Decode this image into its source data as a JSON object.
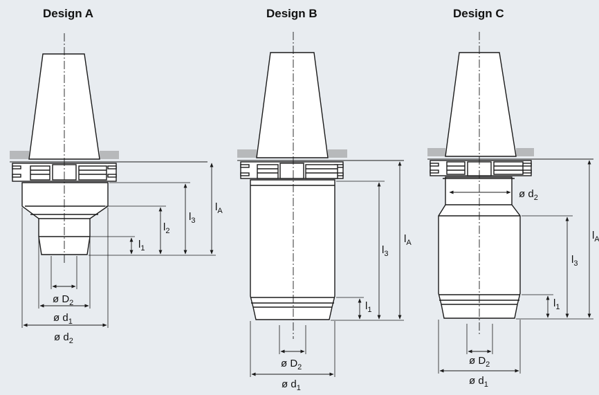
{
  "designs": {
    "a": {
      "title": "Design A",
      "labels": {
        "lA": "l",
        "lA_sub": "A",
        "l3": "l",
        "l3_sub": "3",
        "l2": "l",
        "l2_sub": "2",
        "l1": "l",
        "l1_sub": "1",
        "D2": "ø D",
        "D2_sub": "2",
        "d1": "ø d",
        "d1_sub": "1",
        "d2": "ø d",
        "d2_sub": "2"
      }
    },
    "b": {
      "title": "Design B",
      "labels": {
        "lA": "l",
        "lA_sub": "A",
        "l3": "l",
        "l3_sub": "3",
        "l1": "l",
        "l1_sub": "1",
        "D2": "ø D",
        "D2_sub": "2",
        "d1": "ø d",
        "d1_sub": "1"
      }
    },
    "c": {
      "title": "Design C",
      "labels": {
        "lA": "l",
        "lA_sub": "A",
        "l3": "l",
        "l3_sub": "3",
        "l1": "l",
        "l1_sub": "1",
        "d2": "ø d",
        "d2_sub": "2",
        "D2": "ø D",
        "D2_sub": "2",
        "d1": "ø d",
        "d1_sub": "1"
      }
    }
  },
  "colors": {
    "background": "#e8ecf0",
    "line": "#1a1a1a",
    "spindle_face": "#b7b9bb",
    "body_fill": "#ffffff"
  }
}
